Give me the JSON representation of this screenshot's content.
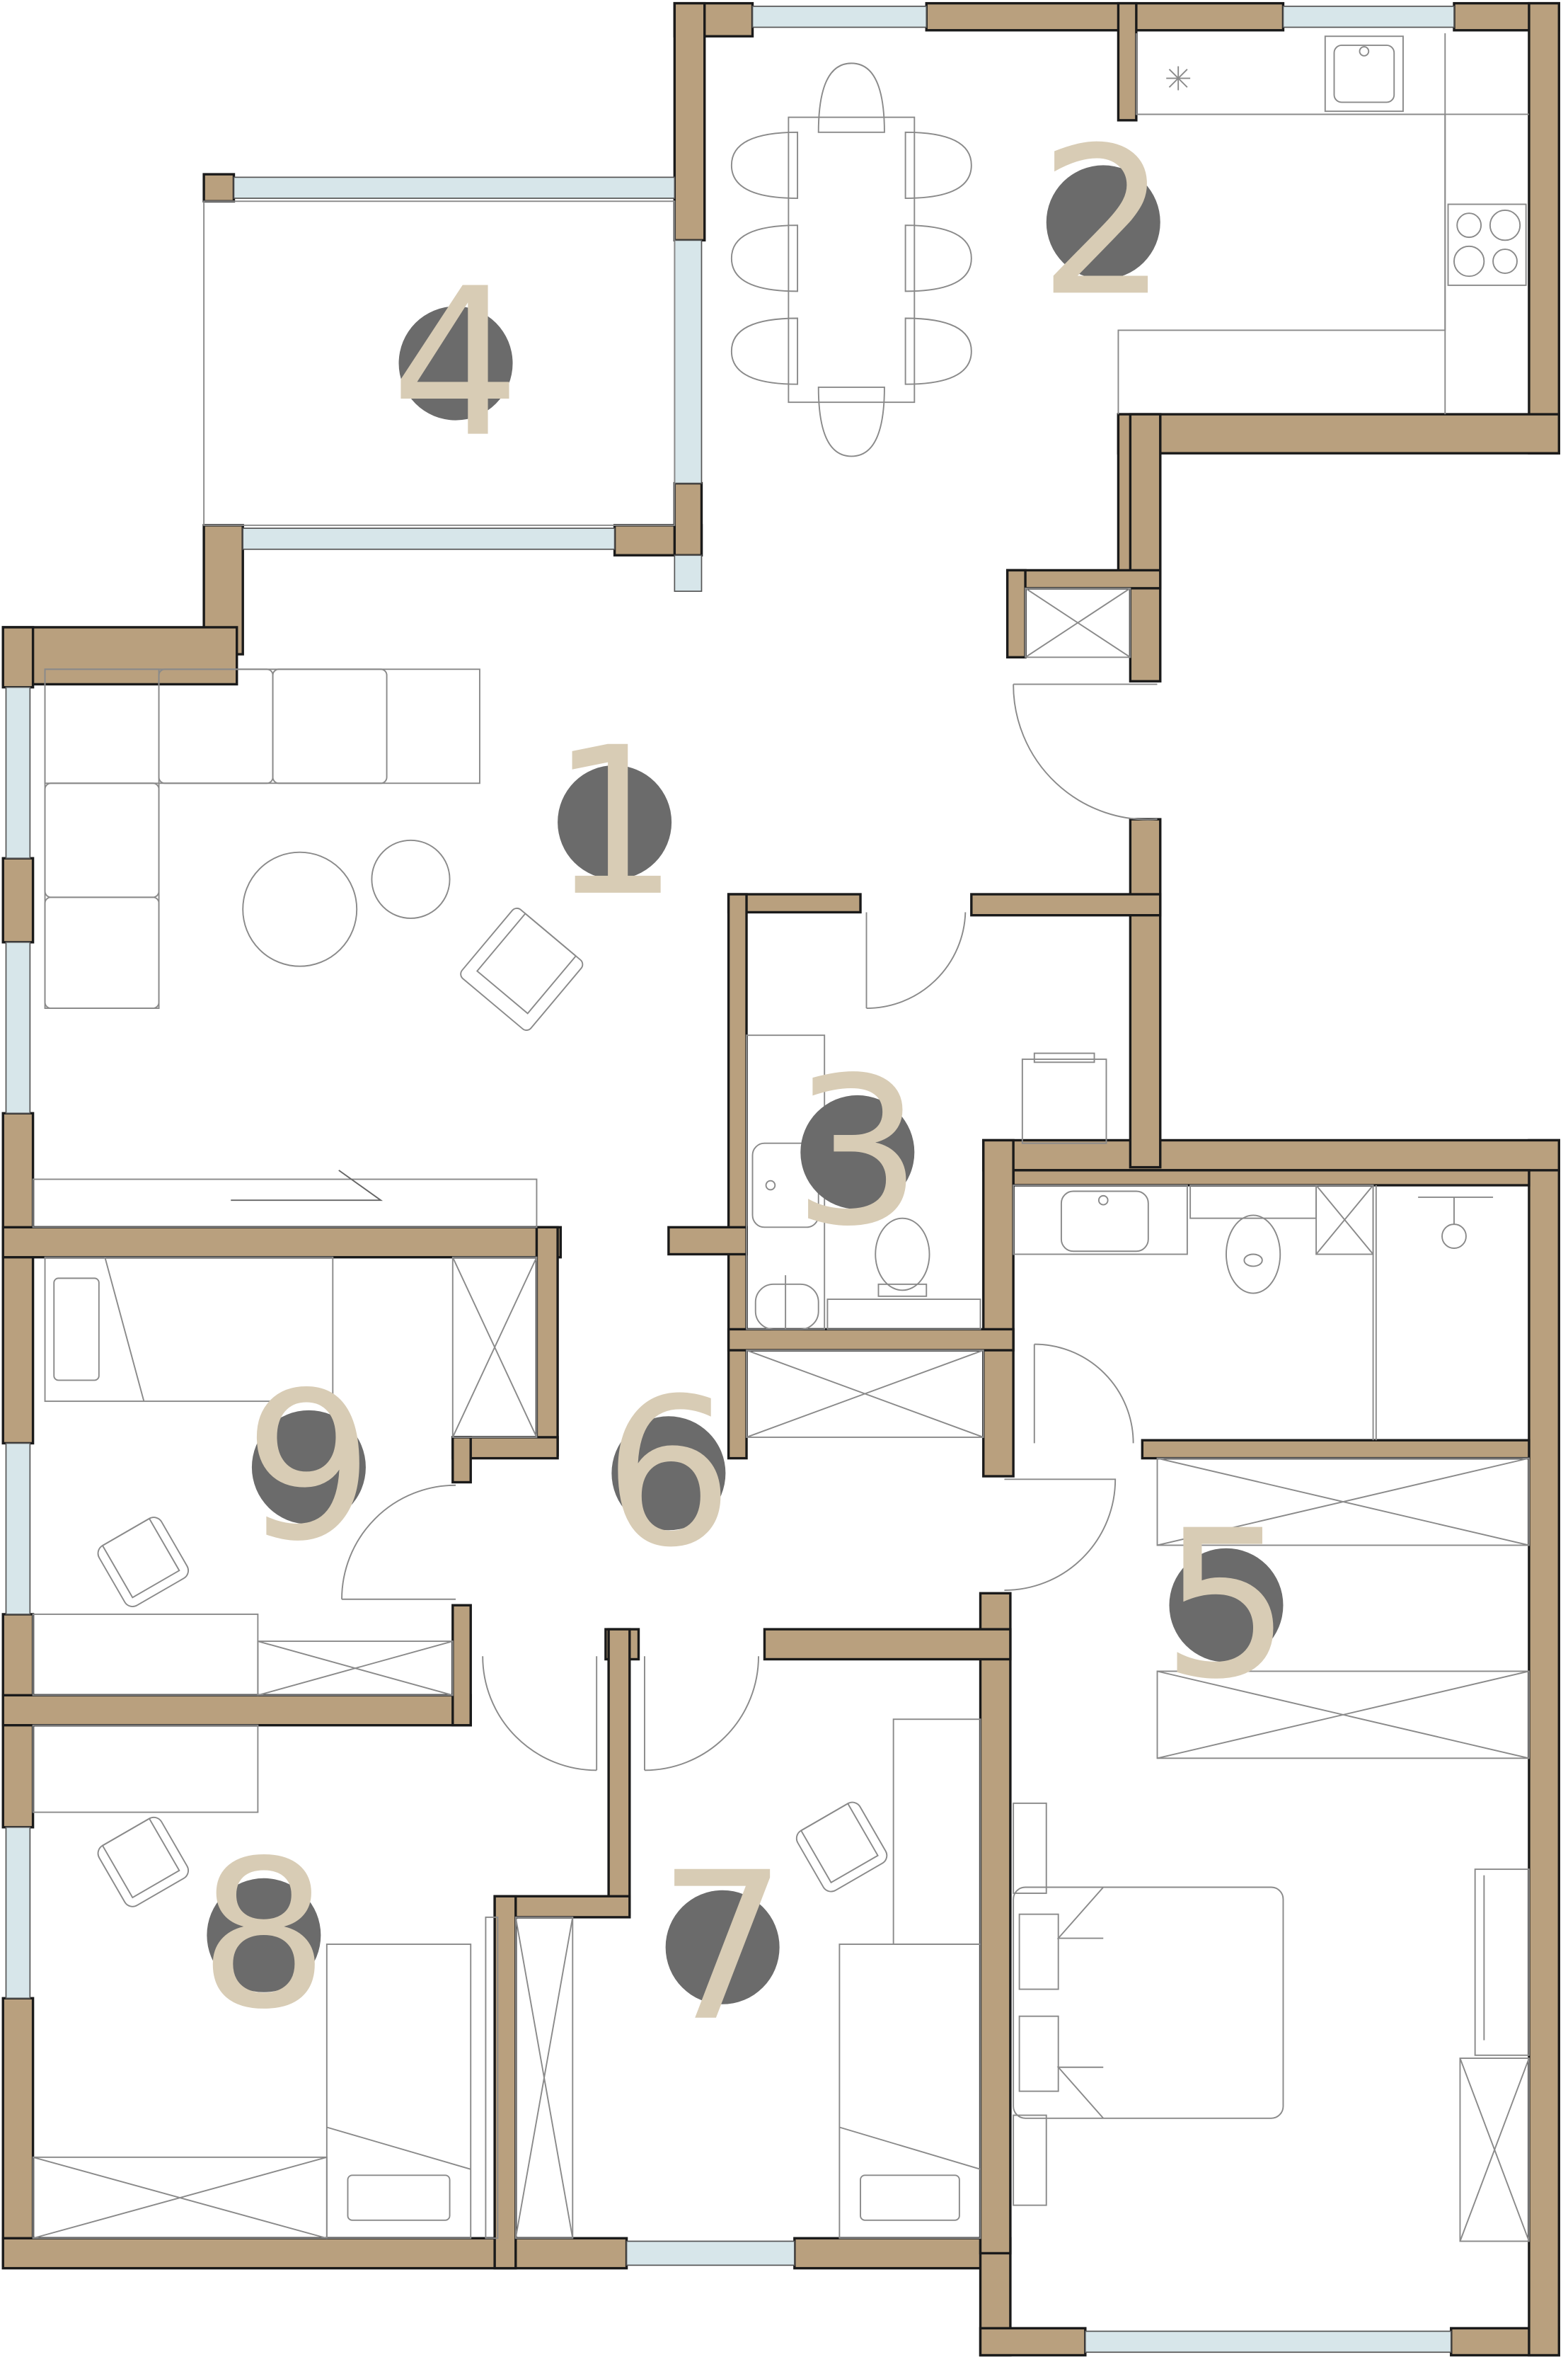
{
  "colors": {
    "wall_fill": "#b9a07e",
    "wall_outline": "#1a1a1a",
    "furniture_line": "#8a8a8a",
    "window_glass": "#d7e6ea",
    "badge_fill": "#6b6b6b",
    "badge_text": "#d8ccb5",
    "background": "#ffffff"
  },
  "rooms": [
    {
      "id": "living",
      "number": "1"
    },
    {
      "id": "kitchen",
      "number": "2"
    },
    {
      "id": "toilet",
      "number": "3"
    },
    {
      "id": "balcony",
      "number": "4"
    },
    {
      "id": "master-bedroom",
      "number": "5"
    },
    {
      "id": "hallway",
      "number": "6"
    },
    {
      "id": "bedroom-7",
      "number": "7"
    },
    {
      "id": "bedroom-8",
      "number": "8"
    },
    {
      "id": "bedroom-9",
      "number": "9"
    }
  ],
  "icons": [
    "sink-icon",
    "stove-icon",
    "toilet-icon",
    "shower-icon",
    "sofa-icon",
    "armchair-icon",
    "bed-icon",
    "dining-table-icon",
    "wardrobe-icon",
    "door-swing-icon",
    "window-icon"
  ]
}
